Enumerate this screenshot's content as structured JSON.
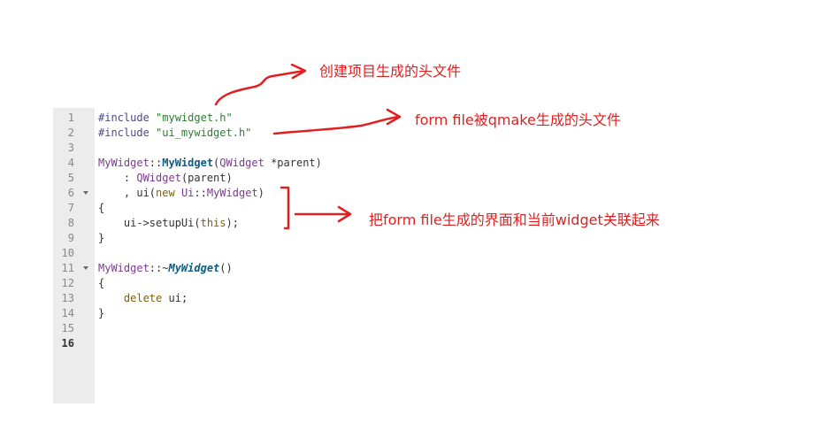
{
  "editor": {
    "line_numbers": [
      "1",
      "2",
      "3",
      "4",
      "5",
      "6",
      "7",
      "8",
      "9",
      "10",
      "11",
      "12",
      "13",
      "14",
      "15",
      "16"
    ],
    "active_line": "16",
    "lines": {
      "l1": {
        "pre": "#include ",
        "str": "\"mywidget.h\""
      },
      "l2": {
        "pre": "#include ",
        "str": "\"ui_mywidget.h\""
      },
      "l4": {
        "cls": "MyWidget",
        "sep": "::",
        "fn": "MyWidget",
        "open": "(",
        "type": "QWidget",
        "arg": " *parent",
        "close": ")"
      },
      "l5": {
        "pre": "    : ",
        "cls": "QWidget",
        "rest": "(parent)"
      },
      "l6": {
        "pre": "    , ui(",
        "kw": "new ",
        "cls": "Ui",
        "sep": "::",
        "cls2": "MyWidget",
        "close": ")"
      },
      "l7": {
        "text": "{"
      },
      "l8": {
        "pre": "    ui->setupUi(",
        "kw": "this",
        "close": ");"
      },
      "l9": {
        "text": "}"
      },
      "l11": {
        "cls": "MyWidget",
        "sep": "::~",
        "fn": "MyWidget",
        "close": "()"
      },
      "l12": {
        "text": "{"
      },
      "l13": {
        "pre": "    ",
        "kw": "delete",
        "rest": " ui;"
      },
      "l14": {
        "text": "}"
      }
    }
  },
  "annotations": {
    "a1": "创建项目生成的头文件",
    "a2": "form file被qmake生成的头文件",
    "a3": "把form file生成的界面和当前widget关联起来"
  },
  "colors": {
    "annotation": "#e02020",
    "gutter": "#ececec",
    "string": "#2e7d32",
    "class": "#7b3a8e",
    "function": "#0d5c86",
    "keyword": "#806000"
  }
}
